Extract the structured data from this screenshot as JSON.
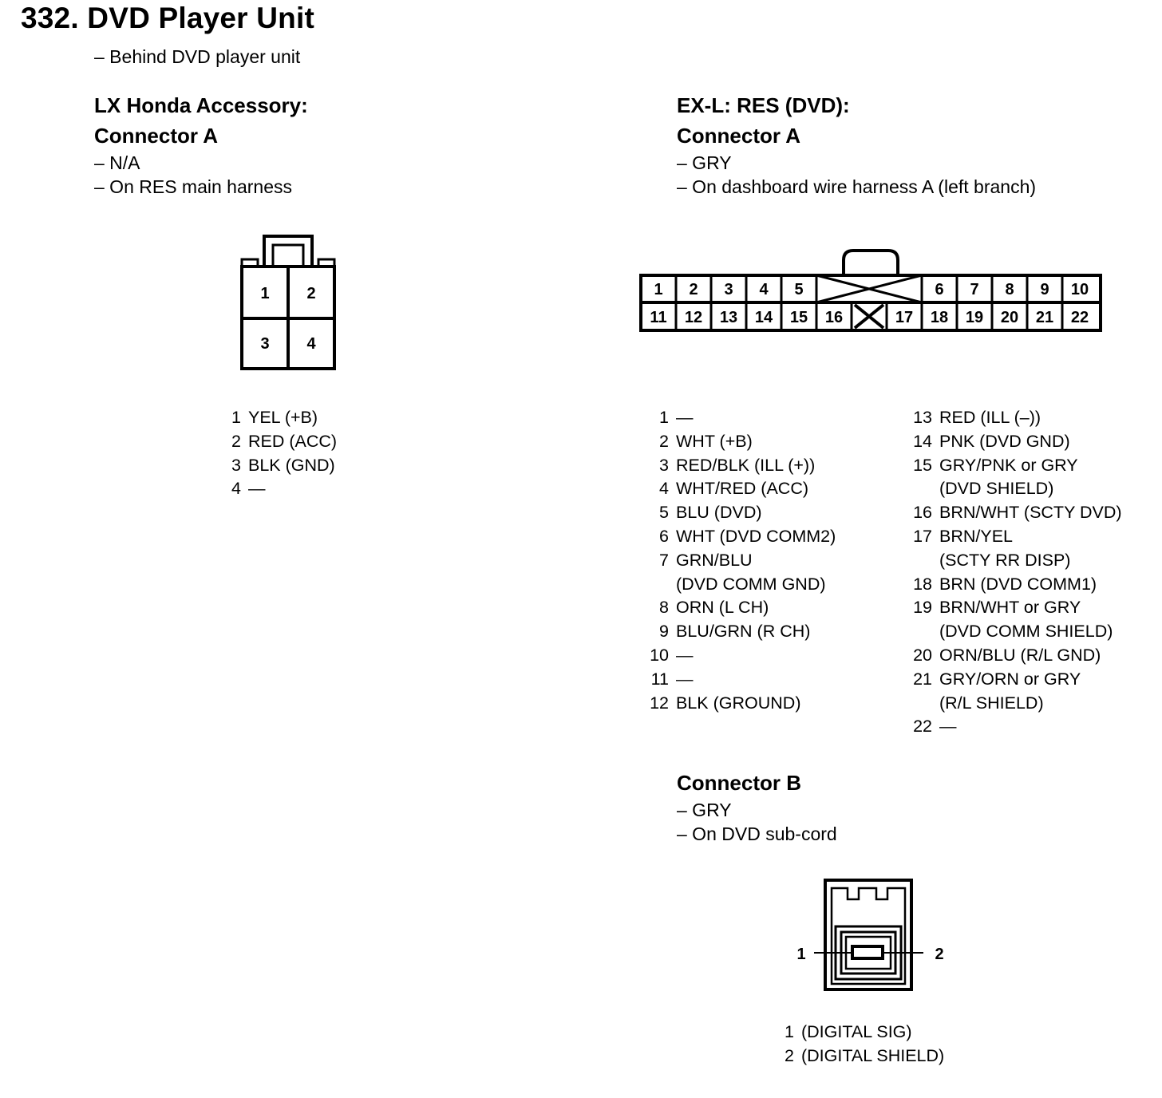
{
  "page": {
    "title": "332. DVD Player Unit",
    "subtitle": "– Behind DVD player unit"
  },
  "lx": {
    "heading1": "LX Honda Accessory:",
    "heading2": "Connector A",
    "notes": [
      "– N/A",
      "– On RES main harness"
    ],
    "cells": [
      "1",
      "2",
      "3",
      "4"
    ],
    "pins": [
      {
        "num": "1",
        "desc": "YEL (+B)"
      },
      {
        "num": "2",
        "desc": "RED (ACC)"
      },
      {
        "num": "3",
        "desc": "BLK (GND)"
      },
      {
        "num": "4",
        "desc": "—"
      }
    ]
  },
  "exl": {
    "heading1": "EX-L: RES (DVD):",
    "heading2": "Connector A",
    "notes": [
      "– GRY",
      "– On dashboard wire harness A (left branch)"
    ],
    "top_row": [
      "1",
      "2",
      "3",
      "4",
      "5",
      "6",
      "7",
      "8",
      "9",
      "10"
    ],
    "bottom_row": [
      "11",
      "12",
      "13",
      "14",
      "15",
      "16",
      "17",
      "18",
      "19",
      "20",
      "21",
      "22"
    ],
    "pins_left": [
      {
        "num": "1",
        "desc": [
          "—"
        ]
      },
      {
        "num": "2",
        "desc": [
          "WHT (+B)"
        ]
      },
      {
        "num": "3",
        "desc": [
          "RED/BLK (ILL (+))"
        ]
      },
      {
        "num": "4",
        "desc": [
          "WHT/RED (ACC)"
        ]
      },
      {
        "num": "5",
        "desc": [
          "BLU (DVD)"
        ]
      },
      {
        "num": "6",
        "desc": [
          "WHT (DVD COMM2)"
        ]
      },
      {
        "num": "7",
        "desc": [
          "GRN/BLU",
          "(DVD COMM GND)"
        ]
      },
      {
        "num": "8",
        "desc": [
          "ORN (L CH)"
        ]
      },
      {
        "num": "9",
        "desc": [
          "BLU/GRN (R CH)"
        ]
      },
      {
        "num": "10",
        "desc": [
          "—"
        ]
      },
      {
        "num": "11",
        "desc": [
          "—"
        ]
      },
      {
        "num": "12",
        "desc": [
          "BLK (GROUND)"
        ]
      }
    ],
    "pins_right": [
      {
        "num": "13",
        "desc": [
          "RED (ILL (–))"
        ]
      },
      {
        "num": "14",
        "desc": [
          "PNK (DVD GND)"
        ]
      },
      {
        "num": "15",
        "desc": [
          "GRY/PNK or GRY",
          "(DVD SHIELD)"
        ]
      },
      {
        "num": "16",
        "desc": [
          "BRN/WHT (SCTY DVD)"
        ]
      },
      {
        "num": "17",
        "desc": [
          "BRN/YEL",
          "(SCTY RR DISP)"
        ]
      },
      {
        "num": "18",
        "desc": [
          "BRN (DVD COMM1)"
        ]
      },
      {
        "num": "19",
        "desc": [
          "BRN/WHT or GRY",
          "(DVD COMM SHIELD)"
        ]
      },
      {
        "num": "20",
        "desc": [
          "ORN/BLU (R/L GND)"
        ]
      },
      {
        "num": "21",
        "desc": [
          "GRY/ORN or GRY",
          "(R/L SHIELD)"
        ]
      },
      {
        "num": "22",
        "desc": [
          "—"
        ]
      }
    ]
  },
  "connB": {
    "heading": "Connector B",
    "notes": [
      "– GRY",
      "– On DVD sub-cord"
    ],
    "label_left": "1",
    "label_right": "2",
    "pins": [
      {
        "num": "1",
        "desc": "(DIGITAL SIG)"
      },
      {
        "num": "2",
        "desc": "(DIGITAL SHIELD)"
      }
    ]
  }
}
